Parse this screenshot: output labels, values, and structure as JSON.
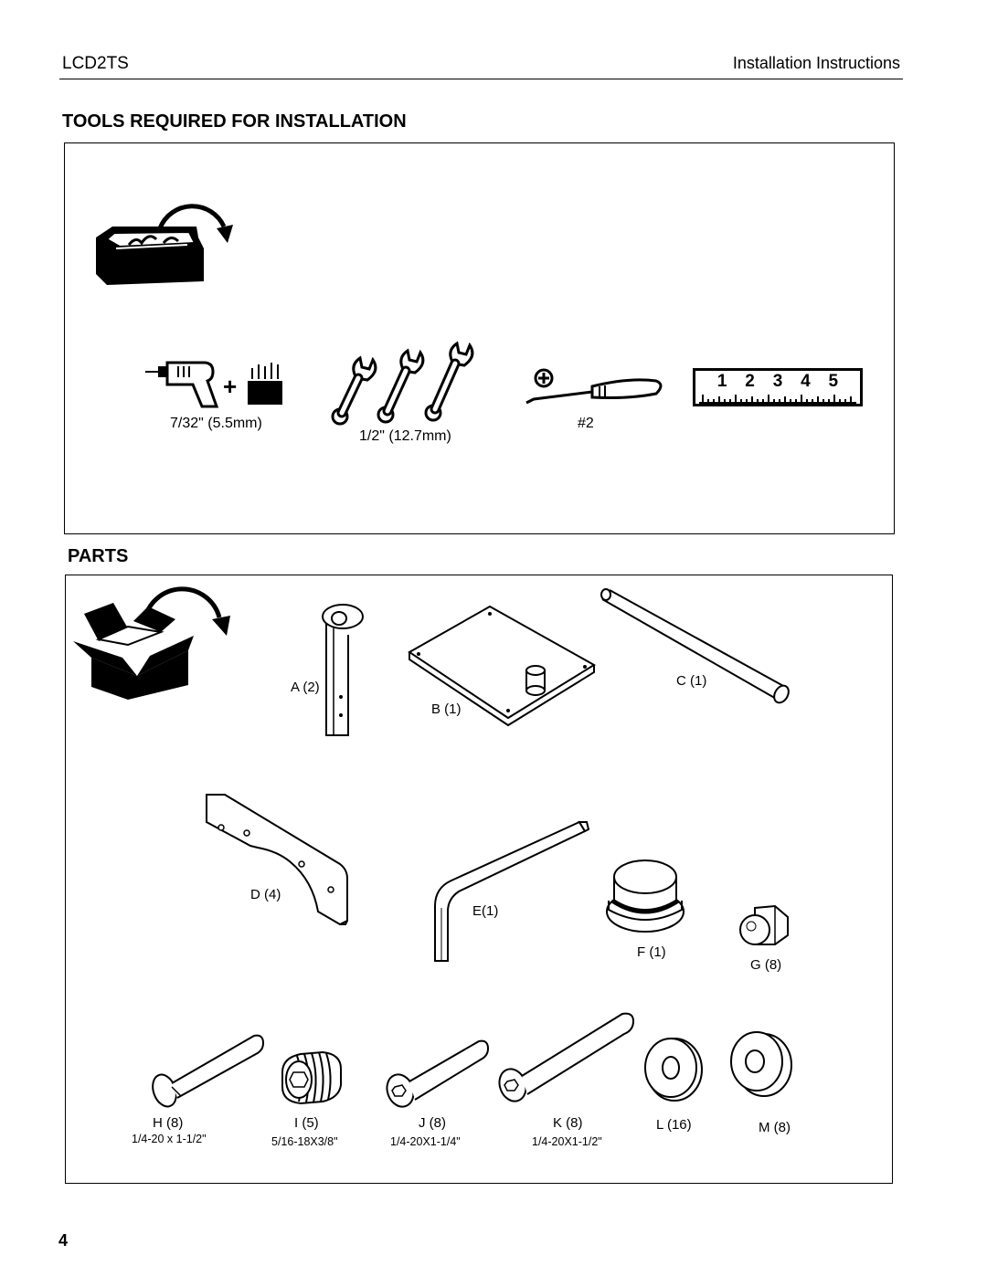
{
  "header": {
    "model": "LCD2TS",
    "title": "Installation Instructions"
  },
  "tools": {
    "heading": "TOOLS REQUIRED FOR INSTALLATION",
    "drill_size": "7/32\" (5.5mm)",
    "wrench_size": "1/2\" (12.7mm)",
    "screwdriver_size": "#2",
    "ruler_numbers": [
      "1",
      "2",
      "3",
      "4",
      "5"
    ],
    "plus_sign": "+"
  },
  "parts": {
    "heading": "PARTS",
    "items": [
      {
        "label": "A (2)"
      },
      {
        "label": "B (1)"
      },
      {
        "label": "C (1)"
      },
      {
        "label": "D (4)"
      },
      {
        "label": "E(1)"
      },
      {
        "label": "F (1)"
      },
      {
        "label": "G (8)"
      },
      {
        "label": "H (8)",
        "spec": "1/4-20 x 1-1/2\""
      },
      {
        "label": "I (5)",
        "spec": "5/16-18X3/8\""
      },
      {
        "label": "J (8)",
        "spec": "1/4-20X1-1/4\""
      },
      {
        "label": "K (8)",
        "spec": "1/4-20X1-1/2\""
      },
      {
        "label": "L (16)"
      },
      {
        "label": "M (8)"
      }
    ]
  },
  "page_number": "4"
}
